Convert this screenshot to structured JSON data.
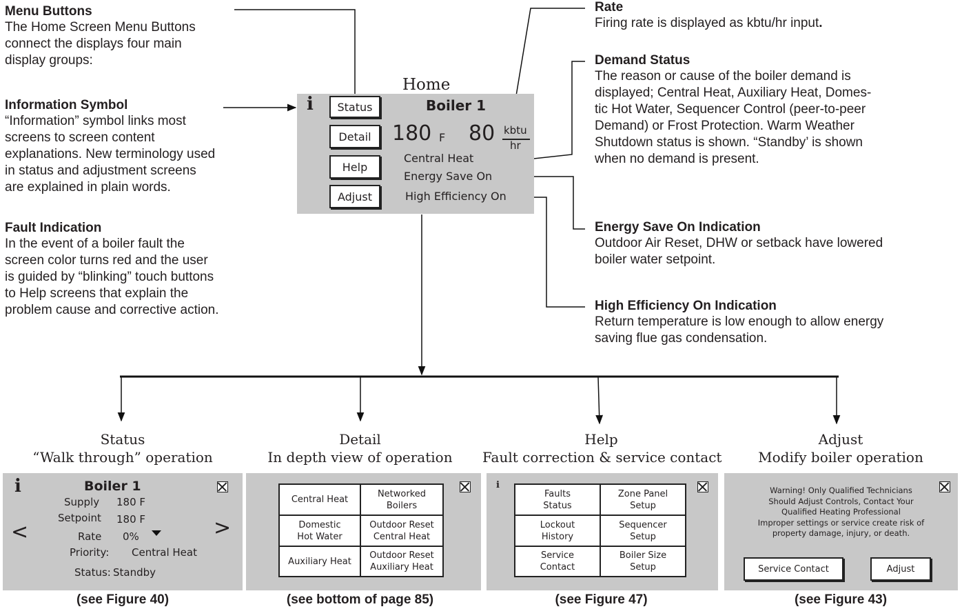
{
  "annotations": {
    "menu_buttons": {
      "title": "Menu Buttons",
      "lines": [
        "The Home Screen Menu Buttons",
        "connect the displays four main",
        "display groups:"
      ]
    },
    "info_symbol": {
      "title": "Information Symbol",
      "lines": [
        "“Information” symbol links most",
        "screens to screen content",
        "explanations.  New terminology used",
        "in status and adjustment screens",
        "are explained in plain words."
      ]
    },
    "fault": {
      "title": "Fault Indication",
      "lines": [
        "In the event of a boiler fault the",
        "screen color turns red and the user",
        "is guided by “blinking” touch buttons",
        "to Help screens that explain the",
        "problem cause and corrective action."
      ]
    },
    "rate": {
      "title": "Rate",
      "line_prefix": "Firing rate is displayed as kbtu/hr input",
      "line_end": "."
    },
    "demand": {
      "title": "Demand Status",
      "lines": [
        "The reason or cause of the boiler demand is",
        "displayed; Central Heat,  Auxiliary Heat,  Domes-",
        "tic Hot Water, Sequencer Control (peer-to-peer",
        "Demand) or Frost Protection. Warm Weather",
        "Shutdown status is shown.  “Standby’ is shown",
        "when no demand is present."
      ]
    },
    "energy": {
      "title": "Energy Save On Indication",
      "lines": [
        "Outdoor Air Reset, DHW or setback have lowered",
        "boiler water setpoint."
      ]
    },
    "efficiency": {
      "title": "High Efficiency On Indication",
      "lines": [
        "Return temperature is low enough to allow energy",
        "saving flue gas condensation."
      ]
    }
  },
  "home": {
    "heading": "Home",
    "info": "i",
    "buttons": [
      "Status",
      "Detail",
      "Help",
      "Adjust"
    ],
    "boiler": "Boiler 1",
    "temp_value": "180",
    "temp_unit": "F",
    "rate_value": "80",
    "rate_unit_top": "kbtu",
    "rate_unit_bottom": "hr",
    "demand": "Central Heat",
    "energy": "Energy Save On",
    "efficiency": "High Efficiency On"
  },
  "screens": {
    "status": {
      "heading1": "Status",
      "heading2": "“Walk through” operation",
      "info": "i",
      "boiler": "Boiler 1",
      "supply_label": "Supply",
      "supply_value": "180 F",
      "setpoint_label": "Setpoint",
      "setpoint_value": "180 F",
      "rate_label": "Rate",
      "rate_value": "0%",
      "priority_label": "Priority:",
      "priority_value": "Central Heat",
      "status_label": "Status:",
      "status_value": "Standby",
      "prev": "<",
      "next": ">",
      "caption": "(see Figure 40)"
    },
    "detail": {
      "heading1": "Detail",
      "heading2": "In depth view of operation",
      "cells": [
        "Central Heat",
        "Networked\nBoilers",
        "Domestic\nHot Water",
        "Outdoor Reset\nCentral Heat",
        "Auxiliary Heat",
        "Outdoor Reset\nAuxiliary Heat"
      ],
      "caption": "(see bottom of page 85)"
    },
    "help": {
      "heading1": "Help",
      "heading2": "Fault correction & service contact",
      "info": "i",
      "cells": [
        "Faults\nStatus",
        "Zone Panel\nSetup",
        "Lockout\nHistory",
        "Sequencer\nSetup",
        "Service\nContact",
        "Boiler Size\nSetup"
      ],
      "caption": "(see Figure 47)"
    },
    "adjust": {
      "heading1": "Adjust",
      "heading2": "Modify boiler operation",
      "warning": [
        "Warning! Only Qualified Technicians",
        "Should Adjust Controls, Contact Your",
        "Qualified Heating Professional",
        "Improper settings or service create risk of",
        "property damage, injury, or death."
      ],
      "service_button": "Service Contact",
      "adjust_button": "Adjust",
      "caption": "(see Figure 43)"
    }
  },
  "colors": {
    "panel": "#c8c8c8",
    "line": "#111111",
    "text": "#231f20"
  }
}
